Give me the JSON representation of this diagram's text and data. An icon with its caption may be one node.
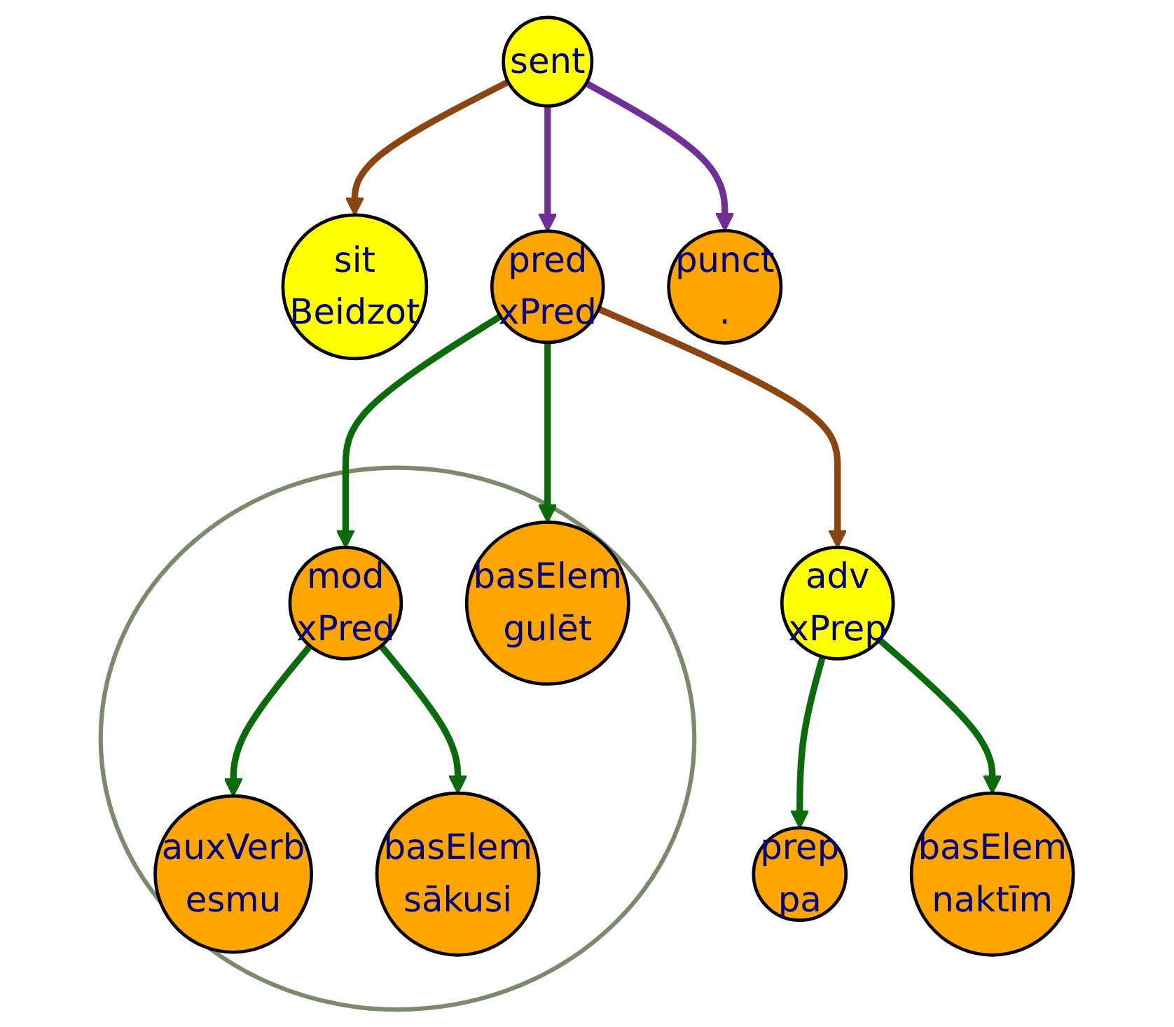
{
  "diagram": {
    "nodes": [
      {
        "text": [
          "sent"
        ]
      },
      {
        "text": [
          "sit",
          "Beidzot"
        ]
      },
      {
        "text": [
          "pred",
          "xPred"
        ]
      },
      {
        "text": [
          "punct",
          "."
        ]
      },
      {
        "text": [],
        "shape": "ellipse"
      },
      {
        "text": [
          "mod",
          "xPred"
        ],
        "in": 4
      },
      {
        "text": [
          "basElem",
          "gulēt"
        ],
        "in": 4
      },
      {
        "text": [
          "adv",
          "xPrep"
        ]
      },
      {
        "text": [
          "auxVerb",
          "esmu"
        ],
        "in": 4
      },
      {
        "text": [
          "basElem",
          "sākusi"
        ],
        "in": 4
      },
      {
        "text": [
          "prep",
          "pa"
        ]
      },
      {
        "text": [
          "basElem",
          "naktīm"
        ]
      }
    ],
    "edges": [
      {
        "from": 0,
        "to": 1,
        "arrow": "to",
        "color": "#8b4513"
      },
      {
        "from": 0,
        "to": 2,
        "arrow": "to",
        "color": "#702f96"
      },
      {
        "from": 0,
        "to": 3,
        "arrow": "to",
        "color": "#702f96"
      },
      {
        "from": 2,
        "to": 5,
        "arrow": "to"
      },
      {
        "from": 2,
        "to": 6,
        "arrow": "to"
      },
      {
        "from": 2,
        "to": 7,
        "arrow": "to",
        "color": "#8b4513"
      },
      {
        "from": 5,
        "to": 8,
        "arrow": "to"
      },
      {
        "from": 5,
        "to": 9,
        "arrow": "to"
      },
      {
        "from": 7,
        "to": 10,
        "arrow": "to"
      },
      {
        "from": 7,
        "to": 11,
        "arrow": "to"
      }
    ]
  }
}
